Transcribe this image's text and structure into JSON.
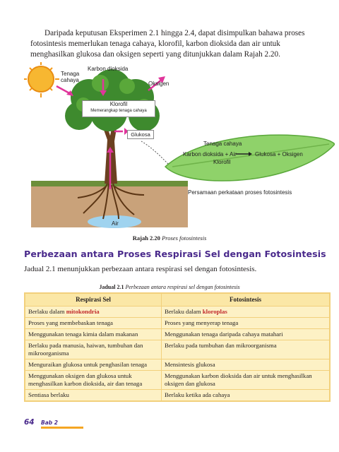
{
  "intro_text": "Daripada keputusan Eksperimen 2.1 hingga 2.4, dapat disimpulkan bahawa proses fotosintesis memerlukan tenaga cahaya, klorofil, karbon dioksida dan air untuk menghasilkan glukosa dan oksigen seperti yang ditunjukkan dalam Rajah 2.20.",
  "figure": {
    "tenaga": "Tenaga\ncahaya",
    "karbon": "Karbon dioksida",
    "oksigen": "Oksigen",
    "klorofil_title": "Klorofil",
    "klorofil_sub": "Memerangkap tenaga cahaya",
    "glukosa": "Glukosa",
    "air": "Air",
    "eq_top": "Tenaga cahaya",
    "eq_left": "Karbon dioksida + Air",
    "eq_right": "Glukosa + Oksigen",
    "eq_bottom": "Klorofil",
    "eq_caption": "Persamaan perkataan proses fotosintesis",
    "caption_num": "Rajah 2.20",
    "caption_text": "Proses fotosintesis"
  },
  "section_heading": "Perbezaan antara Proses Respirasi Sel dengan Fotosintesis",
  "section_para": "Jadual 2.1 menunjukkan perbezaan antara respirasi sel dengan fotosintesis.",
  "table": {
    "caption_num": "Jadual 2.1",
    "caption_text": "Perbezaan antara respirasi sel dengan fotosintesis",
    "headers": [
      "Respirasi Sel",
      "Fotosintesis"
    ],
    "rows": [
      {
        "a_pre": "Berlaku dalam ",
        "a_hl": "mitokondria",
        "b_pre": "Berlaku dalam ",
        "b_hl": "kloroplas"
      },
      {
        "a": "Proses yang membebaskan tenaga",
        "b": "Proses yang menyerap tenaga"
      },
      {
        "a": "Menggunakan tenaga kimia dalam makanan",
        "b": "Menggunakan tenaga daripada cahaya matahari"
      },
      {
        "a": "Berlaku pada manusia, haiwan, tumbuhan dan mikroorganisma",
        "b": "Berlaku pada tumbuhan dan mikroorganisma"
      },
      {
        "a": "Menguraikan glukosa untuk penghasilan tenaga",
        "b": "Mensintesis glukosa"
      },
      {
        "a": "Menggunakan oksigen dan glukosa untuk menghasilkan karbon dioksida, air dan tenaga",
        "b": "Menggunakan karbon dioksida dan  air untuk menghasilkan oksigen dan glukosa"
      },
      {
        "a": "Sentiasa berlaku",
        "b": "Berlaku ketika ada cahaya"
      }
    ]
  },
  "footer": {
    "page_number": "64",
    "chapter": "Bab 2"
  },
  "colors": {
    "heading": "#4a2a8c",
    "highlight": "#c0282b",
    "table_bg": "#fdf1c5",
    "table_border": "#f2d07c",
    "leaf": "#8fd26a",
    "arrow": "#e0359b"
  }
}
